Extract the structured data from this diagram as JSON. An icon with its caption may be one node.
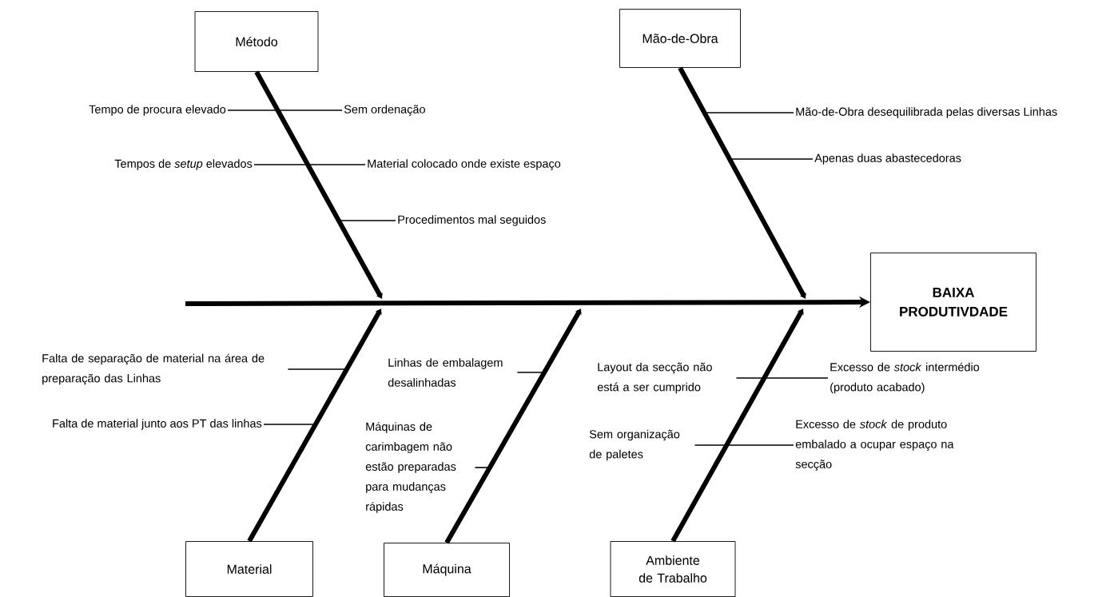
{
  "diagram": {
    "nodes": [
      {
        "text": [
          "Método"
        ]
      },
      {
        "text": [
          "Mão-de-Obra"
        ]
      },
      {
        "text": [
          "BAIXA PRODUTIVDADE"
        ]
      },
      {
        "text": [
          "Material"
        ]
      },
      {
        "text": [
          "Máquina"
        ]
      },
      {
        "text": [
          "Ambiente de Trabalho"
        ]
      },
      {
        "text": [
          "Tempo de procura elevado"
        ]
      },
      {
        "text": [
          "Sem ordenação"
        ]
      },
      {
        "text": [
          "Tempos de *setup* elevados"
        ]
      },
      {
        "text": [
          "Material colocado onde existe espaço"
        ]
      },
      {
        "text": [
          "Procedimentos mal seguidos"
        ]
      },
      {
        "text": [
          "Mão-de-Obra desequilibrada pelas diversas Linhas"
        ]
      },
      {
        "text": [
          "Apenas duas abastecedoras"
        ]
      },
      {
        "text": [
          "Falta de separação de material na área de preparação das Linhas"
        ]
      },
      {
        "text": [
          "Falta de material junto aos PT das linhas"
        ]
      },
      {
        "text": [
          "Linhas de embalagem desalinhadas"
        ]
      },
      {
        "text": [
          "Máquinas de carimbagem não estão preparadas para mudanças rápidas"
        ]
      },
      {
        "text": [
          "Layout da secção não está a ser cumprido"
        ]
      },
      {
        "text": [
          "Excesso de *stock* intermédio (produto acabado)"
        ]
      },
      {
        "text": [
          "Sem organização de paletes"
        ]
      },
      {
        "text": [
          "Excesso de *stock* de produto embalado a ocupar espaço na secção"
        ]
      }
    ],
    "edges": [
      {
        "from": null,
        "to": 2,
        "arrow": "to",
        "style": "thick"
      },
      {
        "from": 0,
        "to": null,
        "arrow": "to",
        "style": "thick"
      },
      {
        "from": 1,
        "to": null,
        "arrow": "to",
        "style": "thick"
      },
      {
        "from": 3,
        "to": null,
        "arrow": "to",
        "style": "thick"
      },
      {
        "from": 4,
        "to": null,
        "arrow": "to",
        "style": "thick"
      },
      {
        "from": 5,
        "to": null,
        "arrow": "to",
        "style": "thick"
      },
      {
        "from": 6,
        "to": 7,
        "arrow": "none"
      },
      {
        "from": 8,
        "to": 9,
        "arrow": "none"
      },
      {
        "from": 10,
        "to": null,
        "arrow": "none"
      },
      {
        "from": 11,
        "to": null,
        "arrow": "none"
      },
      {
        "from": 12,
        "to": null,
        "arrow": "none"
      },
      {
        "from": 13,
        "to": null,
        "arrow": "none"
      },
      {
        "from": 14,
        "to": null,
        "arrow": "none"
      },
      {
        "from": 15,
        "to": null,
        "arrow": "none"
      },
      {
        "from": 16,
        "to": null,
        "arrow": "none"
      },
      {
        "from": 17,
        "to": 18,
        "arrow": "none"
      },
      {
        "from": 19,
        "to": 20,
        "arrow": "none"
      }
    ]
  }
}
